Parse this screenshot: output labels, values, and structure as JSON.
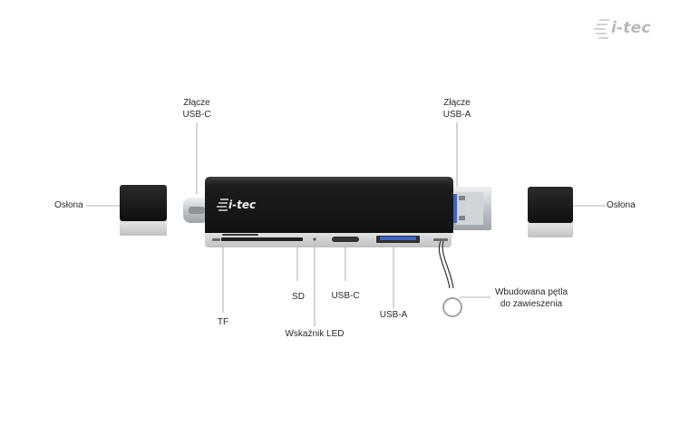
{
  "brand": {
    "logo_text": "i-tec",
    "logo_color": "#bdbdbd",
    "device_logo_text": "i-tec"
  },
  "labels": {
    "usbc_connector": [
      "Złącze",
      "USB-C"
    ],
    "usba_connector": [
      "Złącze",
      "USB-A"
    ],
    "cap_left": "Osłona",
    "cap_right": "Osłona",
    "tf": "TF",
    "sd": "SD",
    "usbc_port": "USB-C",
    "usba_port": "USB-A",
    "led": "Wskaźnik LED",
    "loop": [
      "Wbudowana pętla",
      "do zawieszenia"
    ]
  },
  "colors": {
    "body": "#1e1e1e",
    "metal": "#c9cdd1",
    "usb_blue": "#3d63c9",
    "leader": "#9a9a9a"
  }
}
